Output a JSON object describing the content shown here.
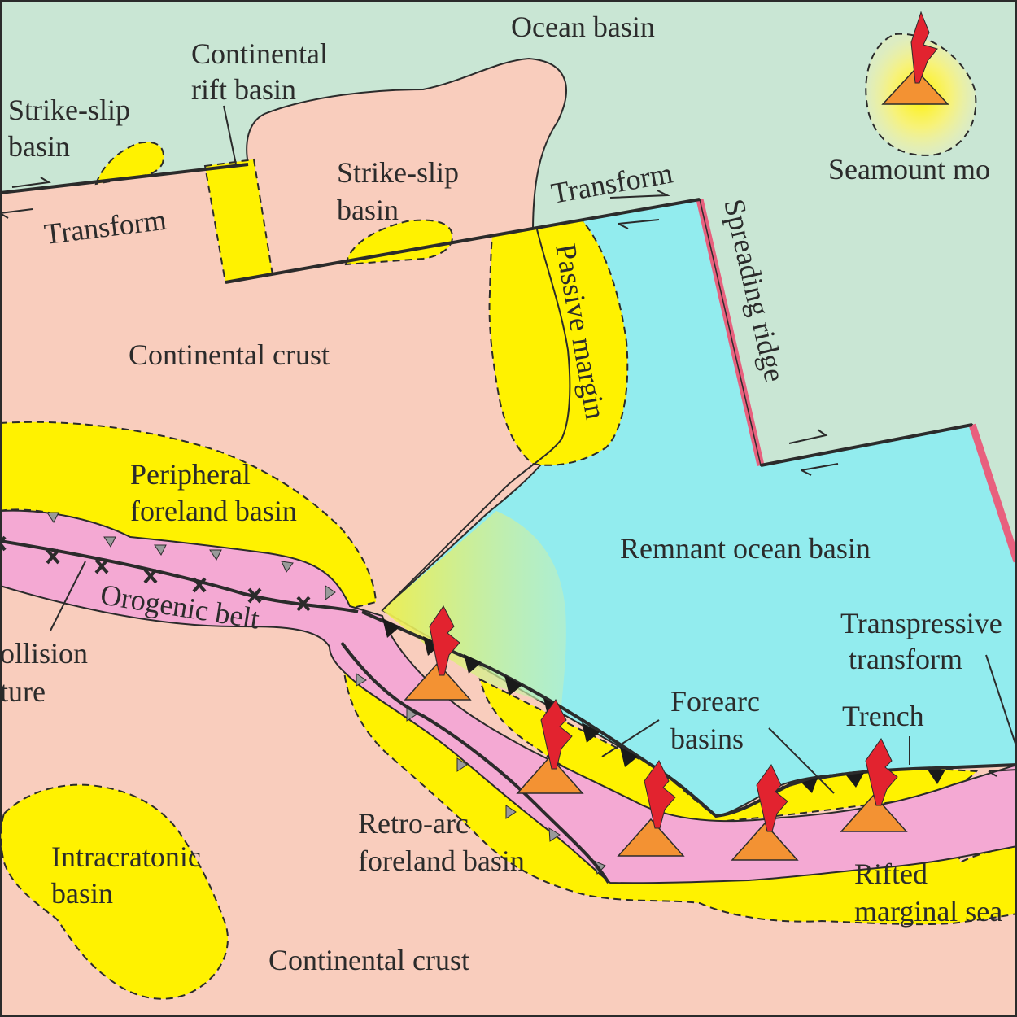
{
  "labels": {
    "ocean_basin": "Ocean basin",
    "continental_rift_1": "Continental",
    "continental_rift_2": "rift basin",
    "strike_slip_left_1": "Strike-slip",
    "strike_slip_left_2": "basin",
    "strike_slip_mid_1": "Strike-slip",
    "strike_slip_mid_2": "basin",
    "transform_left": "Transform",
    "transform_right": "Transform",
    "seamount": "Seamount mo",
    "spreading_ridge": "Spreading ridge",
    "passive_margin": "Passive margin",
    "continental_crust_top": "Continental crust",
    "peripheral_1": "Peripheral",
    "peripheral_2": "foreland basin",
    "orogenic_belt": "Orogenic belt",
    "collision_1": "ollision",
    "collision_2": "ture",
    "remnant_ocean": "Remnant ocean basin",
    "transpressive_1": "Transpressive",
    "transpressive_2": "transform",
    "forearc_1": "Forearc",
    "forearc_2": "basins",
    "trench": "Trench",
    "retro_arc_1": "Retro-arc",
    "retro_arc_2": "foreland basin",
    "intracratonic_1": "Intracratonic",
    "intracratonic_2": "basin",
    "rifted_1": "Rifted",
    "rifted_2": "marginal sea",
    "continental_crust_bottom": "Continental crust"
  },
  "colors": {
    "ocean": "#c9e6d4",
    "continent": "#f9cdbd",
    "remnant_ocean": "#92ecee",
    "basin": "#fff200",
    "orogen": "#f4a9d3",
    "ridge": "#e8607e",
    "volcano_cone": "#f39233",
    "volcano_plume": "#e2232f",
    "line": "#2b2b2b"
  }
}
